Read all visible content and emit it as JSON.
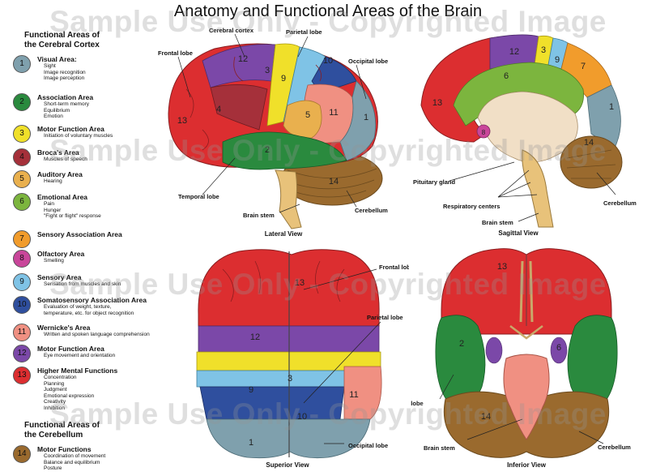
{
  "title": "Anatomy and Functional Areas of the Brain",
  "watermark": "Sample Use Only - Copyrighted Image",
  "legend": {
    "heading_cortex": [
      "Functional Areas of",
      "the Cerebral Cortex"
    ],
    "heading_cerebellum": [
      "Functional Areas of",
      "the Cerebellum"
    ],
    "items": [
      {
        "num": "1",
        "color": "#7fa0ad",
        "title": "Visual Area:",
        "desc": [
          "Sight",
          "Image recognition",
          "Image perception"
        ]
      },
      {
        "num": "2",
        "color": "#2a8a3e",
        "title": "Association Area",
        "desc": [
          "Short-term memory",
          "Equilibrium",
          "Emotion"
        ]
      },
      {
        "num": "3",
        "color": "#f0e02a",
        "title": "Motor Function Area",
        "desc": [
          "Initiation of voluntary muscles"
        ]
      },
      {
        "num": "4",
        "color": "#a5303a",
        "title": "Broca's Area",
        "desc": [
          "Muscles of speech"
        ]
      },
      {
        "num": "5",
        "color": "#e9b04e",
        "title": "Auditory Area",
        "desc": [
          "Hearing"
        ]
      },
      {
        "num": "6",
        "color": "#7cb53e",
        "title": "Emotional Area",
        "desc": [
          "Pain",
          "Hunger",
          "\"Fight or flight\" response"
        ]
      },
      {
        "num": "7",
        "color": "#f19c2c",
        "title": "Sensory Association Area",
        "desc": []
      },
      {
        "num": "8",
        "color": "#c9469a",
        "title": "Olfactory Area",
        "desc": [
          "Smelling"
        ]
      },
      {
        "num": "9",
        "color": "#7fc3e6",
        "title": "Sensory Area",
        "desc": [
          "Sensation from muscles and skin"
        ]
      },
      {
        "num": "10",
        "color": "#2f4f9e",
        "title": "Somatosensory Association Area",
        "desc": [
          "Evaluation of weight, texture,",
          "temperature, etc. for object recognition"
        ]
      },
      {
        "num": "11",
        "color": "#f09082",
        "title": "Wernicke's Area",
        "desc": [
          "Written and spoken language comprehension"
        ]
      },
      {
        "num": "12",
        "color": "#7b48a8",
        "title": "Motor Function Area",
        "desc": [
          "Eye movement and orientation"
        ]
      },
      {
        "num": "13",
        "color": "#dc2e30",
        "title": "Higher Mental Functions",
        "desc": [
          "Concentration",
          "Planning",
          "Judgment",
          "Emotional expression",
          "Creativity",
          "Inhibition"
        ]
      },
      {
        "num": "14",
        "color": "#9a6a2e",
        "title": "Motor Functions",
        "desc": [
          "Coordination of movement",
          "Balance and equilibrium",
          "Posture"
        ]
      }
    ]
  },
  "colors": {
    "a1": "#7fa0ad",
    "a2": "#2a8a3e",
    "a3": "#f0e02a",
    "a4": "#a5303a",
    "a5": "#e9b04e",
    "a6": "#7cb53e",
    "a7": "#f19c2c",
    "a8": "#c9469a",
    "a9": "#7fc3e6",
    "a10": "#2f4f9e",
    "a11": "#f09082",
    "a12": "#7b48a8",
    "a13": "#dc2e30",
    "a14": "#9a6a2e",
    "brainstem": "#e8c27a",
    "tissue": "#f1dfc6"
  },
  "lateral": {
    "view": "Lateral View",
    "labels": {
      "frontal": "Frontal lobe",
      "cortex": "Cerebral cortex",
      "parietal": "Parietal lobe",
      "occipital": "Occipital lobe",
      "temporal": "Temporal lobe",
      "stem": "Brain stem",
      "cerebellum": "Cerebellum"
    }
  },
  "sagittal": {
    "view": "Sagittal View",
    "labels": {
      "pituitary": "Pituitary gland",
      "respiratory": "Respiratory centers",
      "stem": "Brain stem",
      "cerebellum": "Cerebellum"
    }
  },
  "superior": {
    "view": "Superior View",
    "labels": {
      "frontal": "Frontal lobe",
      "parietal": "Parietal lobe",
      "occipital": "Occipital lobe"
    }
  },
  "inferior": {
    "view": "Inferior View",
    "labels": {
      "temporal": "Temporal lobe",
      "stem": "Brain stem",
      "cerebellum": "Cerebellum"
    }
  }
}
